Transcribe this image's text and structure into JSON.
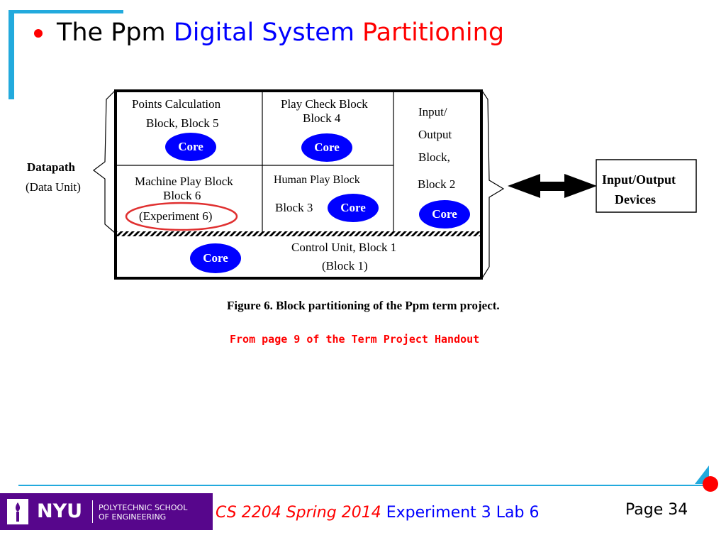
{
  "slide": {
    "title_parts": {
      "p1": "The Ppm ",
      "p2": "Digital System ",
      "p3": "Partitioning"
    },
    "colors": {
      "accent_blue": "#0000ff",
      "accent_red": "#ff0000",
      "deco_cyan": "#22aadd",
      "logo_purple": "#57068c"
    }
  },
  "diagram": {
    "datapath_label": "Datapath",
    "datapath_sub": "(Data Unit)",
    "blocks": {
      "points_l1": "Points Calculation",
      "points_l2": "Block, Block 5",
      "playcheck_l1": "Play Check Block",
      "playcheck_l2": "Block 4",
      "io_l1": "Input/",
      "io_l2": "Output",
      "io_l3": "Block,",
      "io_l4": "Block 2",
      "machine_l1": "Machine Play Block",
      "machine_l2": "Block 6",
      "experiment": "(Experiment 6)",
      "human_l1": "Human Play Block",
      "human_l2": "Block 3",
      "control_l1": "Control Unit, Block 1",
      "control_l2": "(Block 1)"
    },
    "core_label": "Core",
    "devices_l1": "Input/Output",
    "devices_l2": "Devices",
    "caption": "Figure 6. Block partitioning of the Ppm term project.",
    "source_note": "From page 9 of the Term Project Handout"
  },
  "footer": {
    "logo_nyu": "NYU",
    "logo_school_l1": "POLYTECHNIC SCHOOL",
    "logo_school_l2": "OF ENGINEERING",
    "course_part1": "CS 2204 Spring 2014 ",
    "course_part2": "Experiment 3 Lab 6",
    "page_label": "Page ",
    "page_number": "34"
  }
}
